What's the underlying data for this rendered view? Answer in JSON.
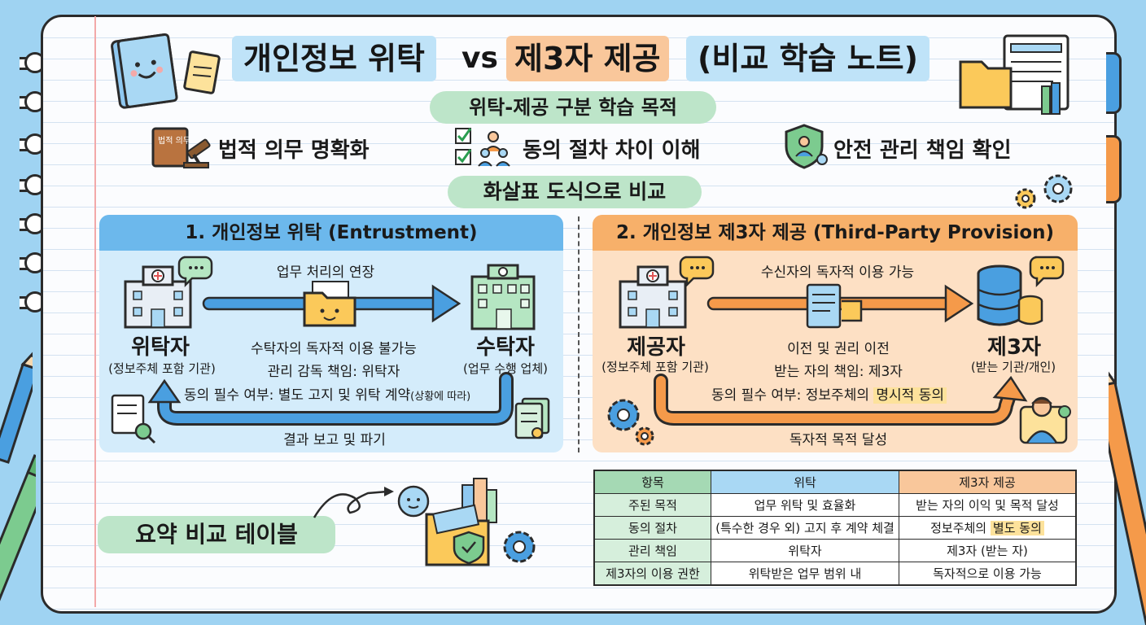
{
  "title": {
    "part1": "개인정보 위탁",
    "vs": "vs",
    "part2": "제3자 제공",
    "part3": "(비교 학습 노트)"
  },
  "purpose": {
    "heading": "위탁-제공 구분 학습 목적",
    "items": [
      {
        "icon": "law-book-gavel-icon",
        "icon_text": "법적 의무",
        "label": "법적 의무 명확화"
      },
      {
        "icon": "checklist-people-icon",
        "label": "동의 절차 차이 이해"
      },
      {
        "icon": "shield-user-icon",
        "label": "안전 관리 책임 확인"
      }
    ]
  },
  "arrow_heading": "화살표 도식으로 비교",
  "entrustment": {
    "header": "1. 개인정보 위탁 (Entrustment)",
    "top_label": "업무 처리의 연장",
    "left_name": "위탁자",
    "left_sub": "(정보주체 포함 기관)",
    "right_name": "수탁자",
    "right_sub": "(업무 수행 업체)",
    "line1": "수탁자의 독자적 이용 불가능",
    "line2": "관리 감독 책임: 위탁자",
    "consent_prefix": "동의 필수 여부: 별도 고지 및 위탁 계약",
    "consent_suffix": "(상황에 따라)",
    "bottom_label": "결과 보고 및 파기"
  },
  "provision": {
    "header": "2. 개인정보 제3자 제공 (Third-Party Provision)",
    "top_label": "수신자의 독자적 이용 가능",
    "left_name": "제공자",
    "left_sub": "(정보주체 포함 기관)",
    "right_name": "제3자",
    "right_sub": "(받는 기관/개인)",
    "line1": "이전 및 권리 이전",
    "line2": "받는 자의 책임: 제3자",
    "consent_prefix": "동의 필수 여부: 정보주체의",
    "consent_highlight": "명시적 동의",
    "bottom_label": "독자적 목적 달성"
  },
  "summary_label": "요약 비교 테이블",
  "table": {
    "headers": [
      "항목",
      "위탁",
      "제3자 제공"
    ],
    "rows": [
      {
        "item": "주된 목적",
        "entrust": "업무 위탁 및 효율화",
        "provide": "받는 자의 이익 및 목적 달성"
      },
      {
        "item": "동의 절차",
        "entrust": "(특수한 경우 외) 고지 후 계약 체결",
        "provide_prefix": "정보주체의",
        "provide_highlight": "별도 동의"
      },
      {
        "item": "관리 책임",
        "entrust": "위탁자",
        "provide": "제3자 (받는 자)"
      },
      {
        "item": "제3자의 이용 권한",
        "entrust": "위탁받은 업무 범위 내",
        "provide": "독자적으로 이용 가능"
      }
    ]
  },
  "colors": {
    "blue_accent": "#4a9fe0",
    "orange_accent": "#f59a4a",
    "green_pill": "#bde5c9",
    "highlight": "#fde29b"
  }
}
